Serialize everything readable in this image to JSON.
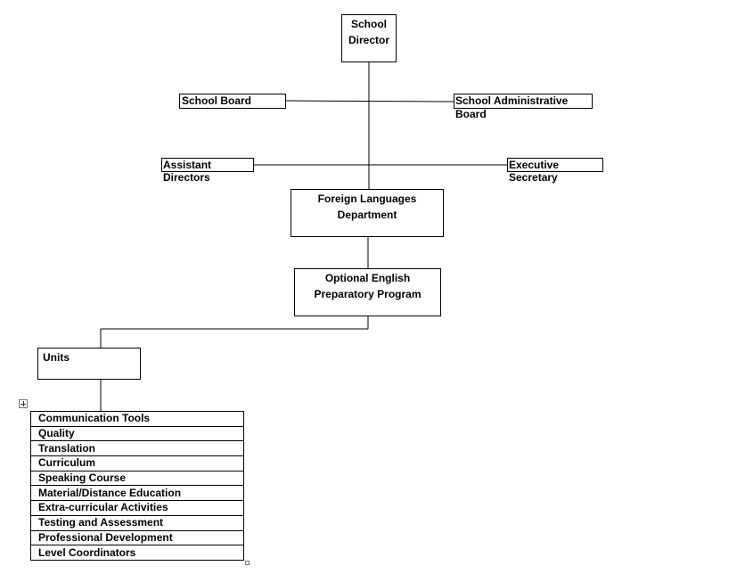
{
  "org_chart": {
    "school_director": {
      "line1": "School",
      "line2": "Director"
    },
    "school_board": "School Board",
    "school_administrative_board": "School Administrative Board",
    "assistant_directors": "Assistant Directors",
    "executive_secretary": "Executive Secretary",
    "foreign_languages_department": {
      "line1": "Foreign Languages",
      "line2": "Department"
    },
    "optional_english_program": {
      "line1": "Optional English",
      "line2": "Preparatory Program"
    },
    "units": "Units",
    "unit_list": [
      "Communication Tools",
      "Quality",
      "Translation",
      "Curriculum",
      "Speaking Course",
      "Material/Distance Education",
      "Extra-curricular Activities",
      "Testing and Assessment",
      "Professional Development",
      "Level Coordinators"
    ]
  }
}
